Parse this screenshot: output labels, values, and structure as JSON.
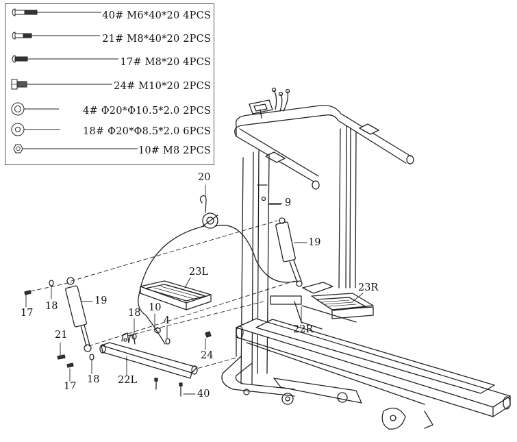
{
  "parts_list": [
    {
      "label": "40#  M6*40*20  4PCS",
      "icon": "long-bolt-icon"
    },
    {
      "label": "21#  M8*40*20  2PCS",
      "icon": "bolt-icon"
    },
    {
      "label": "17#  M8*20  4PCS",
      "icon": "bolt-icon"
    },
    {
      "label": "24#  M10*20  2PCS",
      "icon": "hex-bolt-icon"
    },
    {
      "label": "4#  Φ20*Φ10.5*2.0  2PCS",
      "icon": "washer-icon"
    },
    {
      "label": "18#  Φ20*Φ8.5*2.0  6PCS",
      "icon": "washer-icon"
    },
    {
      "label": "10#  M8  2PCS",
      "icon": "hex-nut-icon"
    }
  ],
  "callouts": {
    "c20": "20",
    "c9": "9",
    "c19_right": "19",
    "c23L": "23L",
    "c23R": "23R",
    "c22R": "22R",
    "c17_top": "17",
    "c18_top": "18",
    "c19_left": "19",
    "c18_mid": "18",
    "c10": "10",
    "c4": "4",
    "c21": "21",
    "c24": "24",
    "c17_bottom": "17",
    "c18_bottom": "18",
    "c22L": "22L",
    "c40": "40"
  }
}
